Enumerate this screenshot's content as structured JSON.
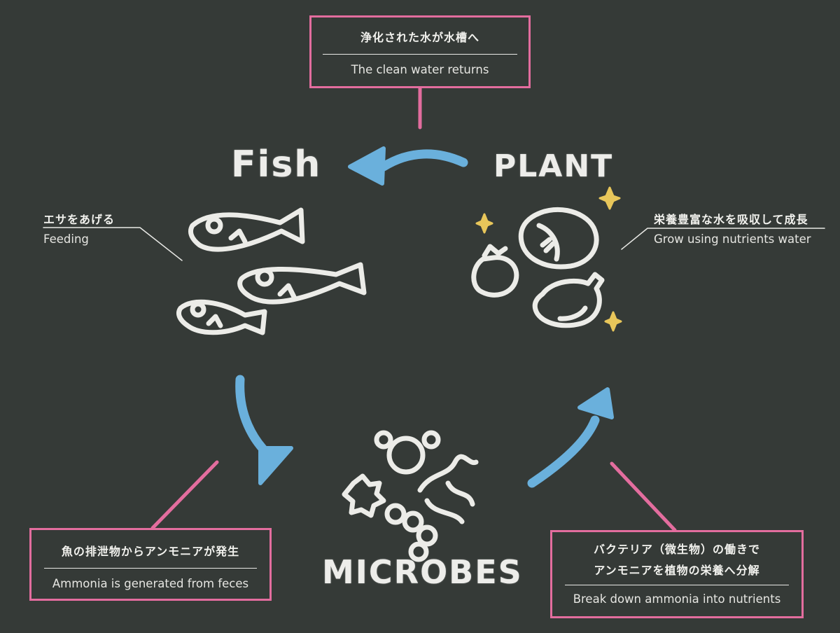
{
  "titles": {
    "fish": "Fish",
    "plant": "PLANT",
    "microbes": "MICROBES"
  },
  "top_box": {
    "jp": "浄化された水が水槽へ",
    "en": "The clean water returns"
  },
  "fish_caption": {
    "jp": "エサをあげる",
    "en": "Feeding"
  },
  "plant_caption": {
    "jp": "栄養豊富な水を吸収して成長",
    "en": "Grow using nutrients water"
  },
  "bottom_left_box": {
    "jp": "魚の排泄物からアンモニアが発生",
    "en": "Ammonia is generated from feces"
  },
  "bottom_right_box": {
    "jp_line1": "バクテリア（微生物）の働きで",
    "jp_line2": "アンモニアを植物の栄養へ分解",
    "en": "Break down ammonia into nutrients"
  },
  "colors": {
    "background": "#353a37",
    "chalk": "#ececE8",
    "box_border": "#e36d9e",
    "arrow": "#6ab0dc",
    "sparkle": "#e8c65a"
  },
  "icons": [
    "fish-icon",
    "tomato-icon",
    "cabbage-icon",
    "eggplant-icon",
    "sparkle-icon",
    "microbe-icon",
    "cycle-arrow"
  ]
}
